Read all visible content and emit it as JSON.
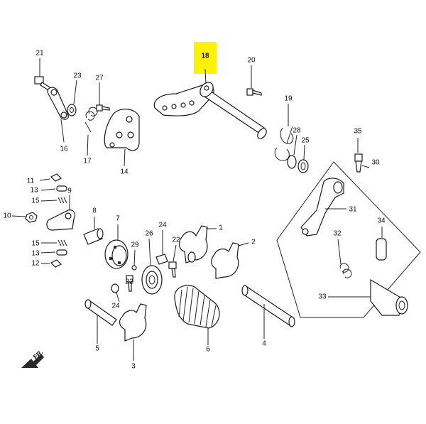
{
  "highlight_color": "#fff200",
  "callouts": {
    "c1": "1",
    "c2": "2",
    "c3": "3",
    "c4": "4",
    "c5": "5",
    "c6": "6",
    "c7": "7",
    "c8": "8",
    "c9": "9",
    "c10": "10",
    "c11": "11",
    "c12": "12",
    "c13": "13",
    "c14": "14",
    "c15a": "15",
    "c15b": "15",
    "c16": "16",
    "c17": "17",
    "c18": "18",
    "c19": "19",
    "c20": "20",
    "c21": "21",
    "c22a": "22",
    "c22b": "22",
    "c23": "23",
    "c24a": "24",
    "c24b": "24",
    "c25": "25",
    "c26": "26",
    "c27": "27",
    "c28": "28",
    "c29": "29",
    "c30": "30",
    "c31": "31",
    "c32": "32",
    "c33": "33",
    "c34": "34",
    "c35": "35"
  },
  "front_label": "FR.",
  "icons": {
    "front_arrow": "arrow-down-left-icon"
  }
}
